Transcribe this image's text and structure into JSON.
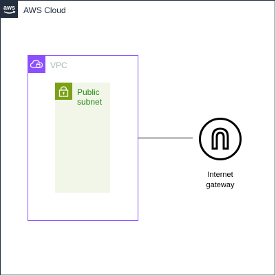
{
  "cloud": {
    "label": "AWS Cloud",
    "logo_text": "aws",
    "border_color": "#232f3e"
  },
  "vpc": {
    "label": "VPC",
    "border_color": "#8c4fff",
    "label_color": "#aab7b8"
  },
  "subnet": {
    "label_line1": "Public",
    "label_line2": "subnet",
    "fill_color": "#f2f6e8",
    "accent_color": "#7aa116"
  },
  "gateway": {
    "label_line1": "Internet",
    "label_line2": "gateway",
    "icon": "internet-gateway-icon"
  }
}
